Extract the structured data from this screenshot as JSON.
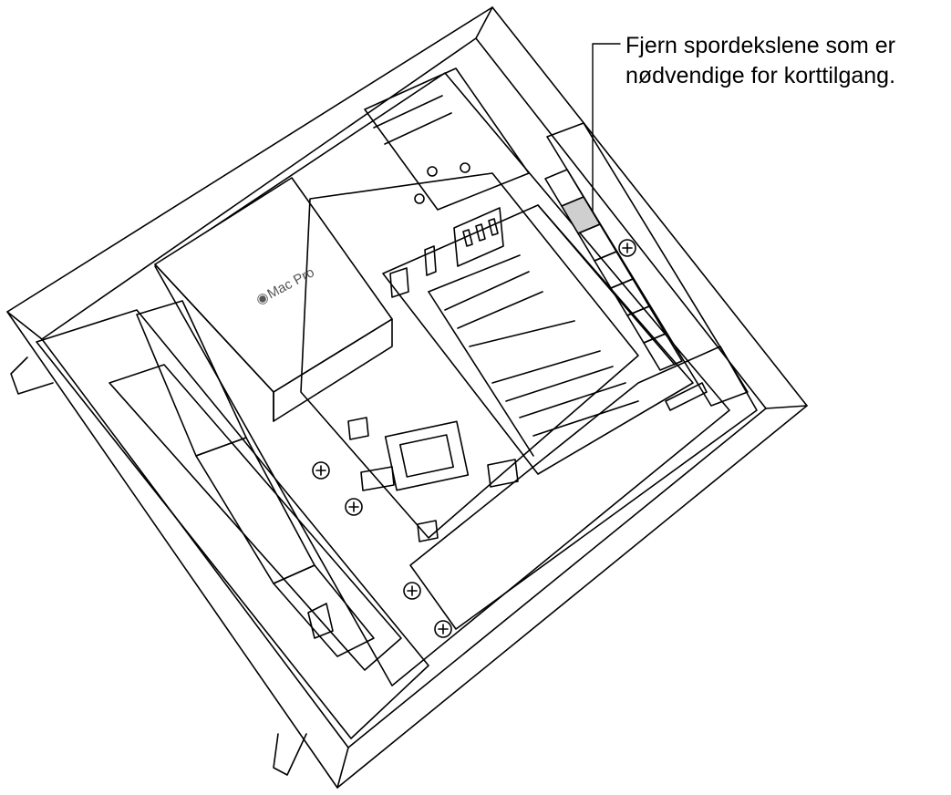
{
  "callout": {
    "lines": [
      "Fjern spordekslene som er",
      "nødvendige for korttilgang."
    ]
  },
  "product_label": "Mac Pro",
  "colors": {
    "line": "#000000",
    "highlight": "#cfcfcf",
    "background": "#ffffff"
  },
  "icons": {
    "brand_logo": "apple-logo-icon",
    "screws": "screw-icon"
  }
}
